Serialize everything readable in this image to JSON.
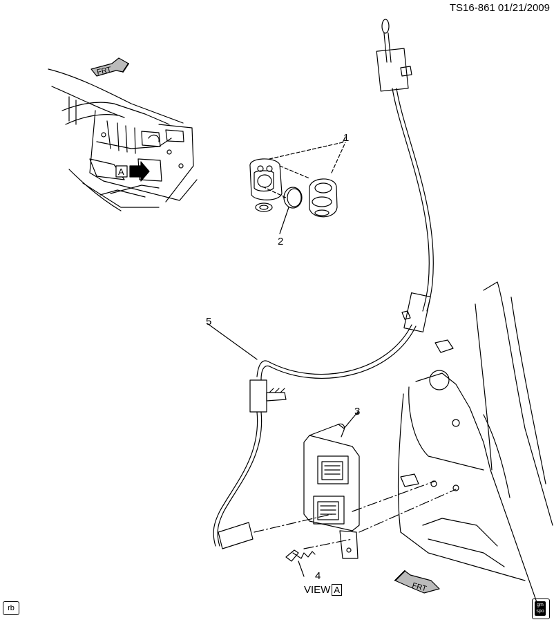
{
  "header": {
    "doc_id": "TS16-861  01/21/2009"
  },
  "callouts": {
    "c1": "1",
    "c2": "2",
    "c3": "3",
    "c4": "4",
    "c5": "5"
  },
  "view": {
    "label": "VIEW",
    "letter": "A"
  },
  "arrows": {
    "frt_label": "FRT",
    "view_marker": "A"
  },
  "badges": {
    "rb": "rb",
    "gm_spo": "gm spo"
  },
  "icons": {
    "front_arrow": "frt-arrow-icon",
    "view_arrow": "view-arrow-icon"
  }
}
